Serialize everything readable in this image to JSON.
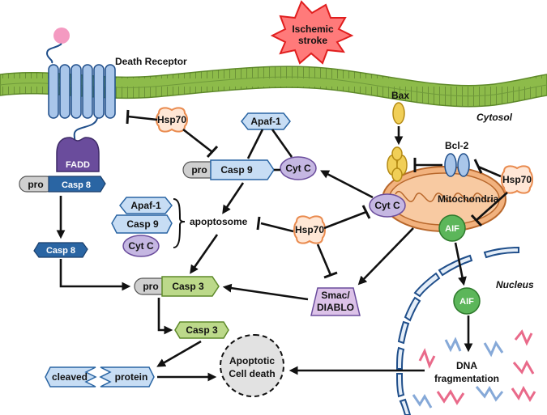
{
  "labels": {
    "death_receptor": "Death Receptor",
    "ischemic_stroke_line1": "Ischemic",
    "ischemic_stroke_line2": "stroke",
    "bax": "Bax",
    "cytosol": "Cytosol",
    "bcl2": "Bcl-2",
    "hsp70": "Hsp70",
    "apaf1": "Apaf-1",
    "pro": "pro",
    "casp9": "Casp 9",
    "cytc": "Cyt C",
    "fadd": "FADD",
    "casp8": "Casp 8",
    "mitochondria": "Mitochondria",
    "aif": "AIF",
    "apoptosome": "apoptosome",
    "casp3": "Casp 3",
    "smac_line1": "Smac/",
    "smac_line2": "DIABLO",
    "nucleus": "Nucleus",
    "cleaved": "cleaved",
    "protein": "protein",
    "apoptotic_line1": "Apoptotic",
    "apoptotic_line2": "Cell death",
    "dna_line1": "DNA",
    "dna_line2": "fragmentation"
  },
  "colors": {
    "membrane": "#8dbb4a",
    "casp_dark_blue": "#2a65a3",
    "casp_light_blue": "#c7ddf4",
    "fadd_purple": "#6a4c9c",
    "cytc_lavender": "#c5b7e2",
    "hsp70_orange": "#e98b4f",
    "casp3_green": "#bcd98a",
    "aif_green": "#5cb65a",
    "mito_orange": "#f2b27e",
    "bax_yellow": "#f1cf57",
    "smac_purple": "#dcc2e8",
    "stroke_red": "#ff5b5b",
    "dna_pink": "#e96a8a",
    "dna_blue": "#86a9d8",
    "ligand_pink": "#f49ac1"
  }
}
